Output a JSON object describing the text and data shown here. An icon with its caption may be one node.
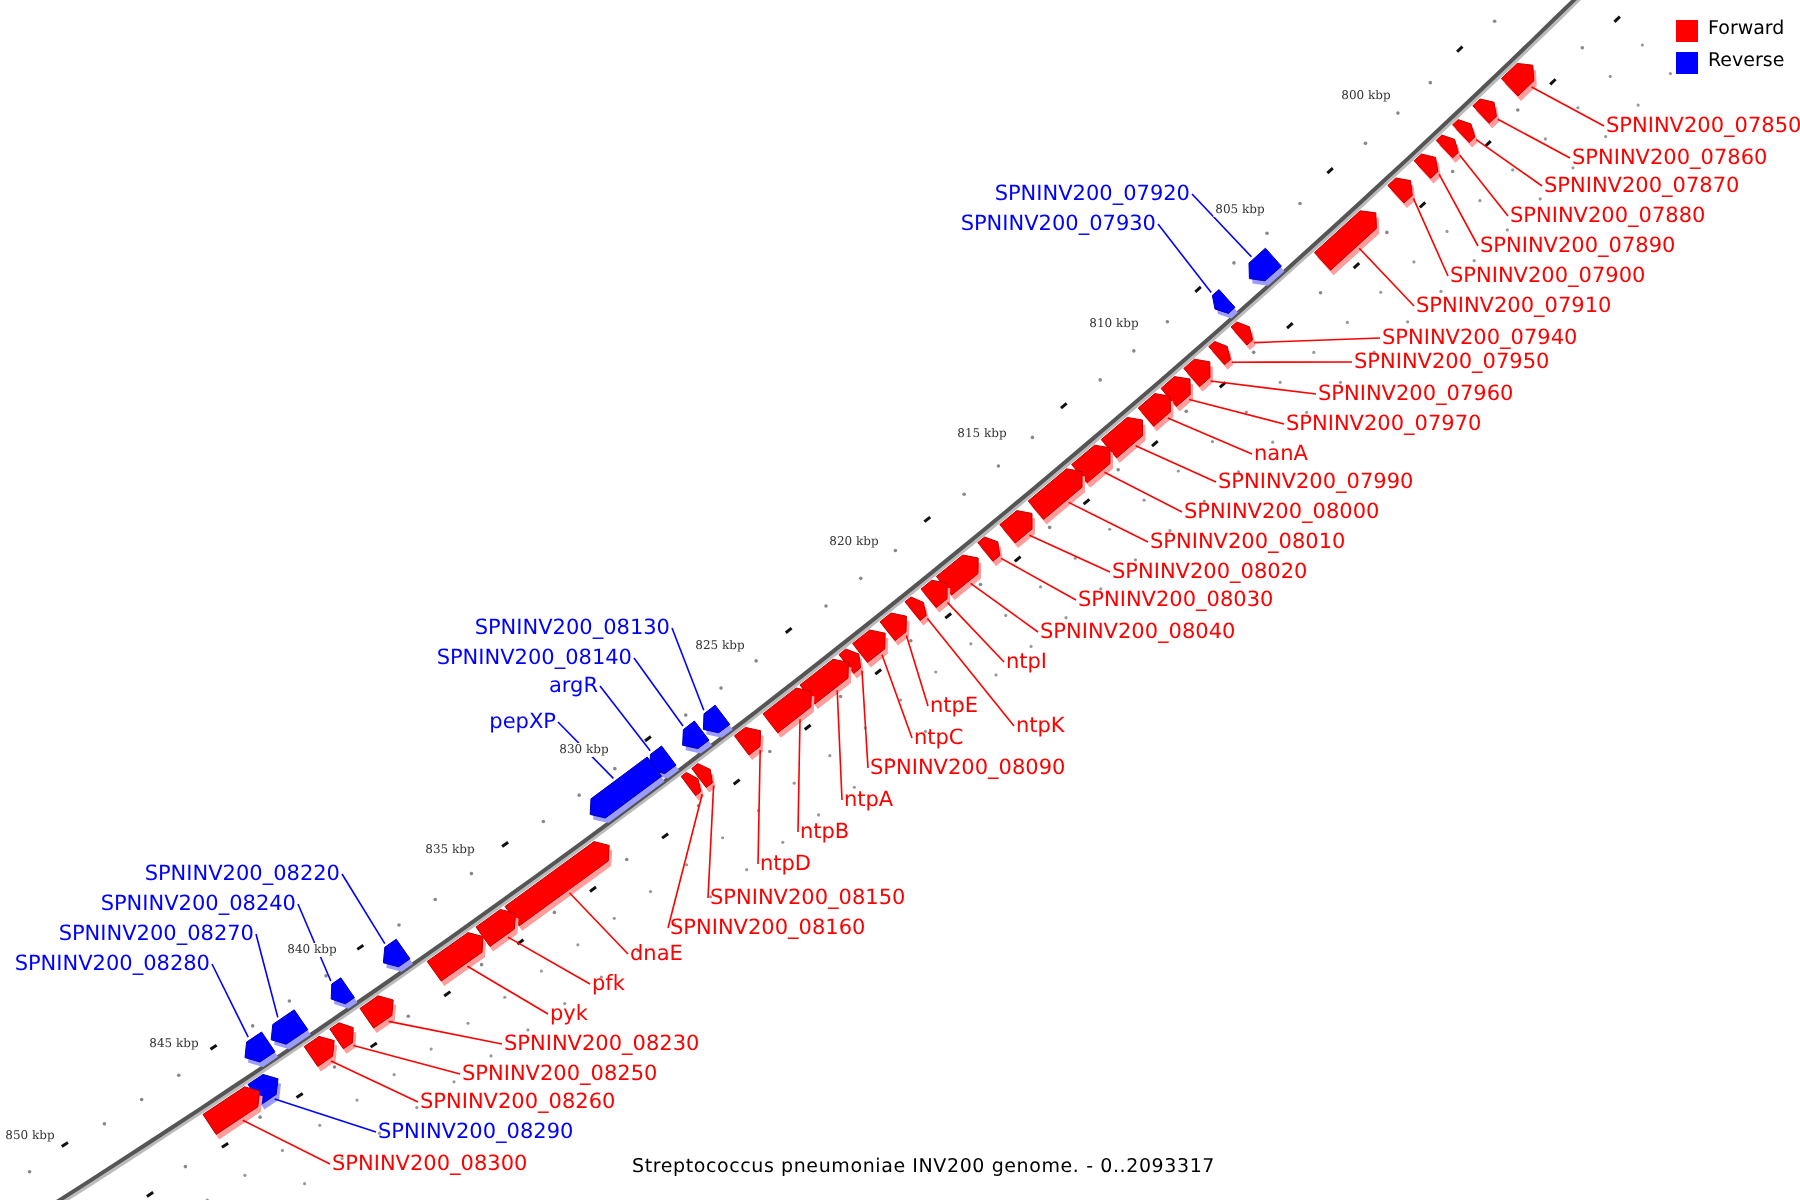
{
  "diagram": {
    "caption": "Streptococcus pneumoniae INV200 genome. - 0..2093317",
    "nodes": [
      {
        "text": [
          "SPNINV200_07850"
        ]
      },
      {
        "text": [
          "SPNINV200_07860"
        ]
      },
      {
        "text": [
          "SPNINV200_07870"
        ]
      },
      {
        "text": [
          "SPNINV200_07920"
        ]
      },
      {
        "text": [
          "SPNINV200_07880"
        ]
      },
      {
        "text": [
          "SPNINV200_07930"
        ]
      },
      {
        "text": [
          "SPNINV200_07890"
        ]
      },
      {
        "text": [
          "SPNINV200_07900"
        ]
      },
      {
        "text": [
          "SPNINV200_07910"
        ]
      },
      {
        "text": [
          "SPNINV200_07940"
        ]
      },
      {
        "text": [
          "SPNINV200_07950"
        ]
      },
      {
        "text": [
          "SPNINV200_07960"
        ]
      },
      {
        "text": [
          "SPNINV200_07970"
        ]
      },
      {
        "text": [
          "nanA"
        ]
      },
      {
        "text": [
          "SPNINV200_07990"
        ]
      },
      {
        "text": [
          "SPNINV200_08000"
        ]
      },
      {
        "text": [
          "SPNINV200_08010"
        ]
      },
      {
        "text": [
          "SPNINV200_08020"
        ]
      },
      {
        "text": [
          "SPNINV200_08030"
        ]
      },
      {
        "text": [
          "SPNINV200_08130"
        ]
      },
      {
        "text": [
          "SPNINV200_08040"
        ]
      },
      {
        "text": [
          "SPNINV200_08140"
        ]
      },
      {
        "text": [
          "ntpI"
        ]
      },
      {
        "text": [
          "argR"
        ]
      },
      {
        "text": [
          "ntpE"
        ]
      },
      {
        "text": [
          "pepXP"
        ]
      },
      {
        "text": [
          "ntpK"
        ]
      },
      {
        "text": [
          "ntpC"
        ]
      },
      {
        "text": [
          "SPNINV200_08090"
        ]
      },
      {
        "text": [
          "ntpA"
        ]
      },
      {
        "text": [
          "ntpB"
        ]
      },
      {
        "text": [
          "ntpD"
        ]
      },
      {
        "text": [
          "SPNINV200_08220"
        ]
      },
      {
        "text": [
          "SPNINV200_08150"
        ]
      },
      {
        "text": [
          "SPNINV200_08240"
        ]
      },
      {
        "text": [
          "SPNINV200_08160"
        ]
      },
      {
        "text": [
          "SPNINV200_08270"
        ]
      },
      {
        "text": [
          "dnaE"
        ]
      },
      {
        "text": [
          "SPNINV200_08280"
        ]
      },
      {
        "text": [
          "pfk"
        ]
      },
      {
        "text": [
          "pyk"
        ]
      },
      {
        "text": [
          "SPNINV200_08230"
        ]
      },
      {
        "text": [
          "SPNINV200_08250"
        ]
      },
      {
        "text": [
          "SPNINV200_08260"
        ]
      },
      {
        "text": [
          "SPNINV200_08290"
        ]
      },
      {
        "text": [
          "SPNINV200_08300"
        ]
      },
      {
        "text": [],
        "shape": "bar"
      },
      {
        "text": [],
        "shape": "bar"
      },
      {
        "text": [],
        "shape": "bar"
      },
      {
        "text": [],
        "shape": "bar"
      },
      {
        "text": [],
        "shape": "bar"
      },
      {
        "text": [],
        "shape": "bar"
      },
      {
        "text": [],
        "shape": "bar"
      },
      {
        "text": [],
        "shape": "bar"
      },
      {
        "text": [],
        "shape": "bar"
      },
      {
        "text": [],
        "shape": "bar"
      },
      {
        "text": [],
        "shape": "bar"
      },
      {
        "text": [],
        "shape": "bar"
      },
      {
        "text": [],
        "shape": "bar"
      },
      {
        "text": [],
        "shape": "bar"
      },
      {
        "text": [],
        "shape": "bar"
      },
      {
        "text": [],
        "shape": "bar"
      },
      {
        "text": [],
        "shape": "bar"
      },
      {
        "text": [],
        "shape": "bar"
      },
      {
        "text": [],
        "shape": "bar"
      },
      {
        "text": [],
        "shape": "bar"
      },
      {
        "text": [],
        "shape": "bar"
      },
      {
        "text": [],
        "shape": "bar"
      },
      {
        "text": [],
        "shape": "bar"
      },
      {
        "text": [],
        "shape": "bar"
      },
      {
        "text": [],
        "shape": "bar"
      },
      {
        "text": [],
        "shape": "bar"
      },
      {
        "text": [],
        "shape": "bar"
      },
      {
        "text": [],
        "shape": "bar"
      },
      {
        "text": [],
        "shape": "bar"
      },
      {
        "text": [],
        "shape": "bar"
      },
      {
        "text": [],
        "shape": "bar"
      },
      {
        "text": [],
        "shape": "bar"
      },
      {
        "text": [],
        "shape": "bar"
      },
      {
        "text": [],
        "shape": "bar"
      },
      {
        "text": [],
        "shape": "bar"
      },
      {
        "text": [],
        "shape": "bar"
      },
      {
        "text": [],
        "shape": "bar"
      },
      {
        "text": [],
        "shape": "bar"
      },
      {
        "text": [],
        "shape": "bar"
      },
      {
        "text": [],
        "shape": "bar"
      },
      {
        "text": [],
        "shape": "bar"
      },
      {
        "text": [],
        "shape": "bar"
      },
      {
        "text": [],
        "shape": "bar"
      },
      {
        "text": [],
        "shape": "bar"
      },
      {
        "text": [],
        "shape": "bar"
      },
      {
        "text": [],
        "shape": "bar"
      }
    ],
    "edges": [
      {
        "from": 0,
        "to": 46,
        "arrow": "none"
      },
      {
        "from": 1,
        "to": 47,
        "arrow": "none"
      },
      {
        "from": 2,
        "to": 48,
        "arrow": "none"
      },
      {
        "from": 3,
        "to": 49,
        "arrow": "none",
        "color": "#0000ff"
      },
      {
        "from": 4,
        "to": 50,
        "arrow": "none"
      },
      {
        "from": 5,
        "to": 51,
        "arrow": "none",
        "color": "#0000ff"
      },
      {
        "from": 6,
        "to": 52,
        "arrow": "none"
      },
      {
        "from": 7,
        "to": 53,
        "arrow": "none"
      },
      {
        "from": 8,
        "to": 54,
        "arrow": "none"
      },
      {
        "from": 9,
        "to": 55,
        "arrow": "none"
      },
      {
        "from": 10,
        "to": 56,
        "arrow": "none"
      },
      {
        "from": 11,
        "to": 57,
        "arrow": "none"
      },
      {
        "from": 12,
        "to": 58,
        "arrow": "none"
      },
      {
        "from": 13,
        "to": 59,
        "arrow": "none"
      },
      {
        "from": 14,
        "to": 60,
        "arrow": "none"
      },
      {
        "from": 15,
        "to": 61,
        "arrow": "none"
      },
      {
        "from": 16,
        "to": 62,
        "arrow": "none"
      },
      {
        "from": 17,
        "to": 63,
        "arrow": "none"
      },
      {
        "from": 18,
        "to": 64,
        "arrow": "none"
      },
      {
        "from": 19,
        "to": 65,
        "arrow": "none",
        "color": "#0000ff"
      },
      {
        "from": 20,
        "to": 66,
        "arrow": "none"
      },
      {
        "from": 21,
        "to": 67,
        "arrow": "none",
        "color": "#0000ff"
      },
      {
        "from": 22,
        "to": 68,
        "arrow": "none"
      },
      {
        "from": 23,
        "to": 69,
        "arrow": "none",
        "color": "#0000ff"
      },
      {
        "from": 24,
        "to": 70,
        "arrow": "none"
      },
      {
        "from": 25,
        "to": 71,
        "arrow": "none",
        "color": "#0000ff"
      },
      {
        "from": 26,
        "to": 72,
        "arrow": "none"
      },
      {
        "from": 27,
        "to": 73,
        "arrow": "none"
      },
      {
        "from": 28,
        "to": 74,
        "arrow": "none"
      },
      {
        "from": 29,
        "to": 75,
        "arrow": "none"
      },
      {
        "from": 30,
        "to": 76,
        "arrow": "none"
      },
      {
        "from": 31,
        "to": 77,
        "arrow": "none"
      },
      {
        "from": 32,
        "to": 78,
        "arrow": "none",
        "color": "#0000ff"
      },
      {
        "from": 33,
        "to": 79,
        "arrow": "none"
      },
      {
        "from": 34,
        "to": 80,
        "arrow": "none",
        "color": "#0000ff"
      },
      {
        "from": 35,
        "to": 81,
        "arrow": "none"
      },
      {
        "from": 36,
        "to": 82,
        "arrow": "none",
        "color": "#0000ff"
      },
      {
        "from": 37,
        "to": 83,
        "arrow": "none"
      },
      {
        "from": 38,
        "to": 84,
        "arrow": "none",
        "color": "#0000ff"
      },
      {
        "from": 39,
        "to": 85,
        "arrow": "none"
      },
      {
        "from": 40,
        "to": 86,
        "arrow": "none"
      },
      {
        "from": 41,
        "to": 87,
        "arrow": "none"
      },
      {
        "from": 42,
        "to": 88,
        "arrow": "none"
      },
      {
        "from": 43,
        "to": 89,
        "arrow": "none"
      },
      {
        "from": 44,
        "to": 90,
        "arrow": "none",
        "color": "#0000ff"
      },
      {
        "from": 45,
        "to": 91,
        "arrow": "none"
      }
    ],
    "labels": [
      "800 kbp",
      "805 kbp",
      "810 kbp",
      "815 kbp",
      "820 kbp",
      "825 kbp",
      "830 kbp",
      "835 kbp",
      "840 kbp",
      "845 kbp",
      "850 kbp"
    ],
    "legend": [
      {
        "text": "Forward",
        "color": "#ff0000"
      },
      {
        "text": "Reverse",
        "color": "#0000ff"
      }
    ]
  }
}
